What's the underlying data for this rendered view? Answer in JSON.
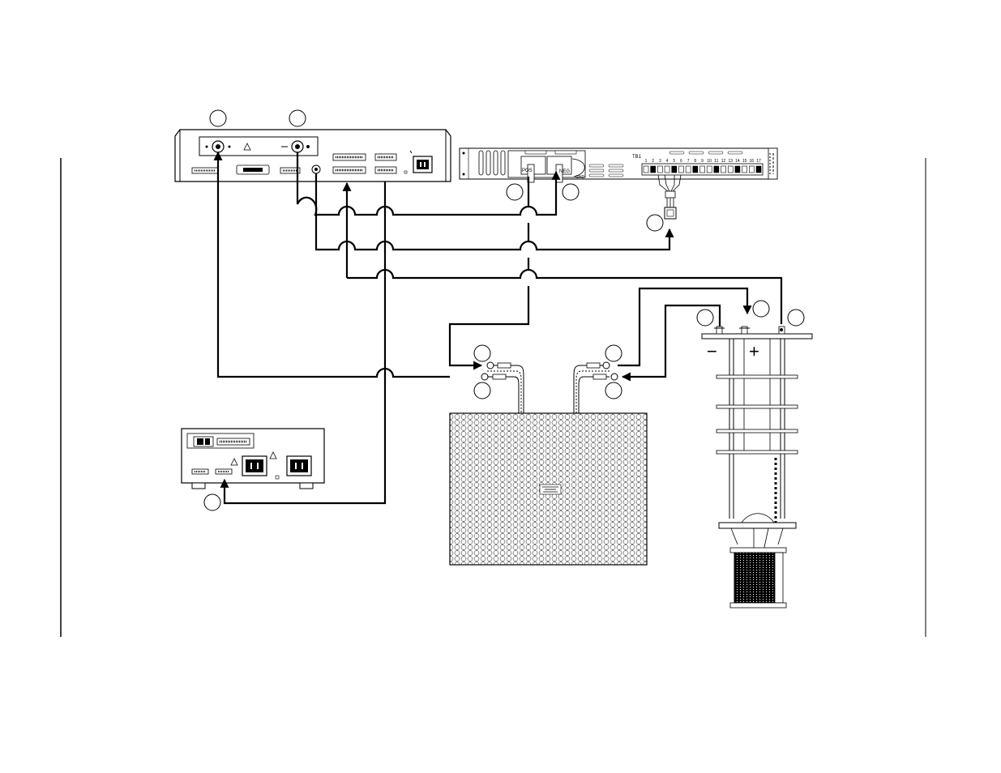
{
  "colors": {
    "line": "#000000",
    "background": "#ffffff"
  },
  "terminal_block": {
    "title": "TB1",
    "numbers": [
      "1",
      "2",
      "3",
      "4",
      "5",
      "6",
      "7",
      "8",
      "9",
      "10",
      "11",
      "12",
      "13",
      "14",
      "15",
      "16",
      "17"
    ],
    "pos_label": "POS",
    "neg_label": "NEG",
    "gnd_label": "GND"
  },
  "polarity": {
    "minus": "−",
    "plus": "+"
  }
}
